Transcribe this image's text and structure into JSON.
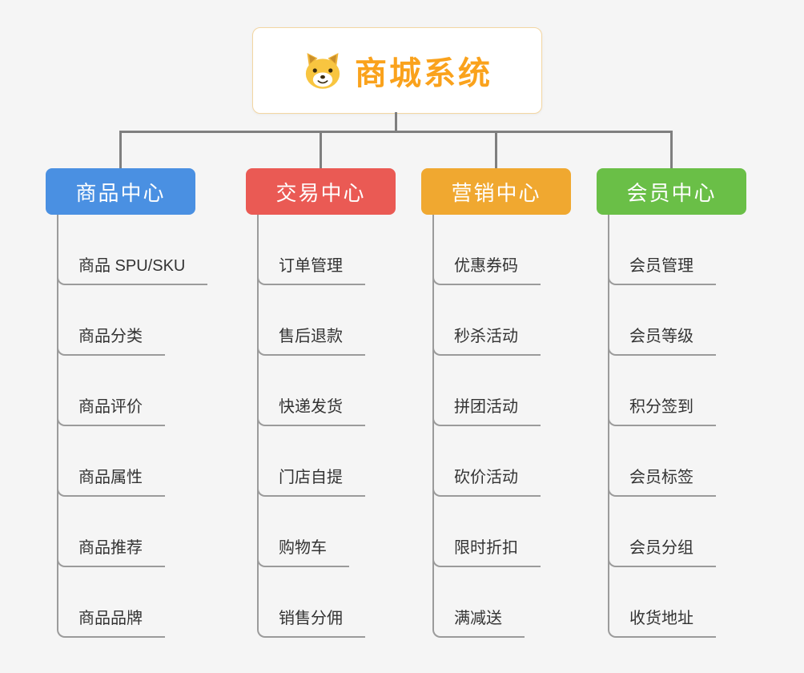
{
  "root": {
    "title": "商城系统",
    "accent": "#faa21c",
    "icon": "doge-icon"
  },
  "branches": [
    {
      "label": "商品中心",
      "color": "#4a90e2",
      "items": [
        "商品 SPU/SKU",
        "商品分类",
        "商品评价",
        "商品属性",
        "商品推荐",
        "商品品牌"
      ]
    },
    {
      "label": "交易中心",
      "color": "#ea5a54",
      "items": [
        "订单管理",
        "售后退款",
        "快递发货",
        "门店自提",
        "购物车",
        "销售分佣"
      ]
    },
    {
      "label": "营销中心",
      "color": "#f0a830",
      "items": [
        "优惠券码",
        "秒杀活动",
        "拼团活动",
        "砍价活动",
        "限时折扣",
        "满减送"
      ]
    },
    {
      "label": "会员中心",
      "color": "#6abf47",
      "items": [
        "会员管理",
        "会员等级",
        "积分签到",
        "会员标签",
        "会员分组",
        "收货地址"
      ]
    }
  ],
  "colors": {
    "background": "#f5f5f5",
    "connector": "#7f7f7f",
    "underline": "#9b9b9b",
    "item_text": "#333333",
    "root_border": "#f3d6a2"
  }
}
